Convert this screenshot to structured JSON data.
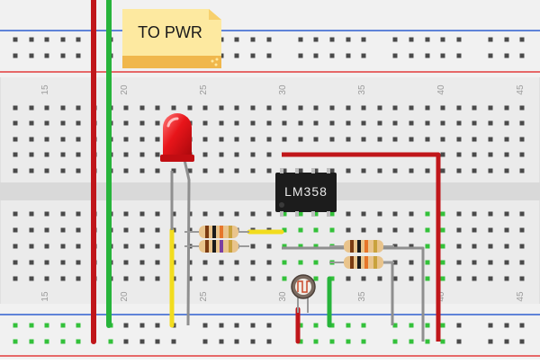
{
  "note": {
    "text": "TO PWR",
    "fill": "#fde9a0",
    "fold": "#f0b74c"
  },
  "ic": {
    "label": "LM358",
    "body": "#1c1c1c",
    "text_color": "#e8e8e8"
  },
  "column_numbers": {
    "top": [
      "15",
      "20",
      "25",
      "30",
      "35",
      "40",
      "45"
    ],
    "bottom": [
      "15",
      "20",
      "25",
      "30",
      "35",
      "40",
      "45"
    ]
  },
  "colors": {
    "board": "#ebebeb",
    "hole": "#4a4a4a",
    "active_hole": "#33c13a",
    "rail_red": "#e23b3b",
    "rail_blue": "#2f5fd0",
    "wire_red": "#c0161a",
    "wire_green": "#27b43b",
    "wire_yellow": "#f2dc1e",
    "wire_gray": "#8f8f8f",
    "led": "#e8151a",
    "resistor_body": "#e9c48c"
  },
  "components": [
    {
      "name": "red-led",
      "label": ""
    },
    {
      "name": "resistor-1"
    },
    {
      "name": "resistor-2"
    },
    {
      "name": "resistor-3"
    },
    {
      "name": "resistor-4"
    },
    {
      "name": "photoresistor"
    }
  ]
}
